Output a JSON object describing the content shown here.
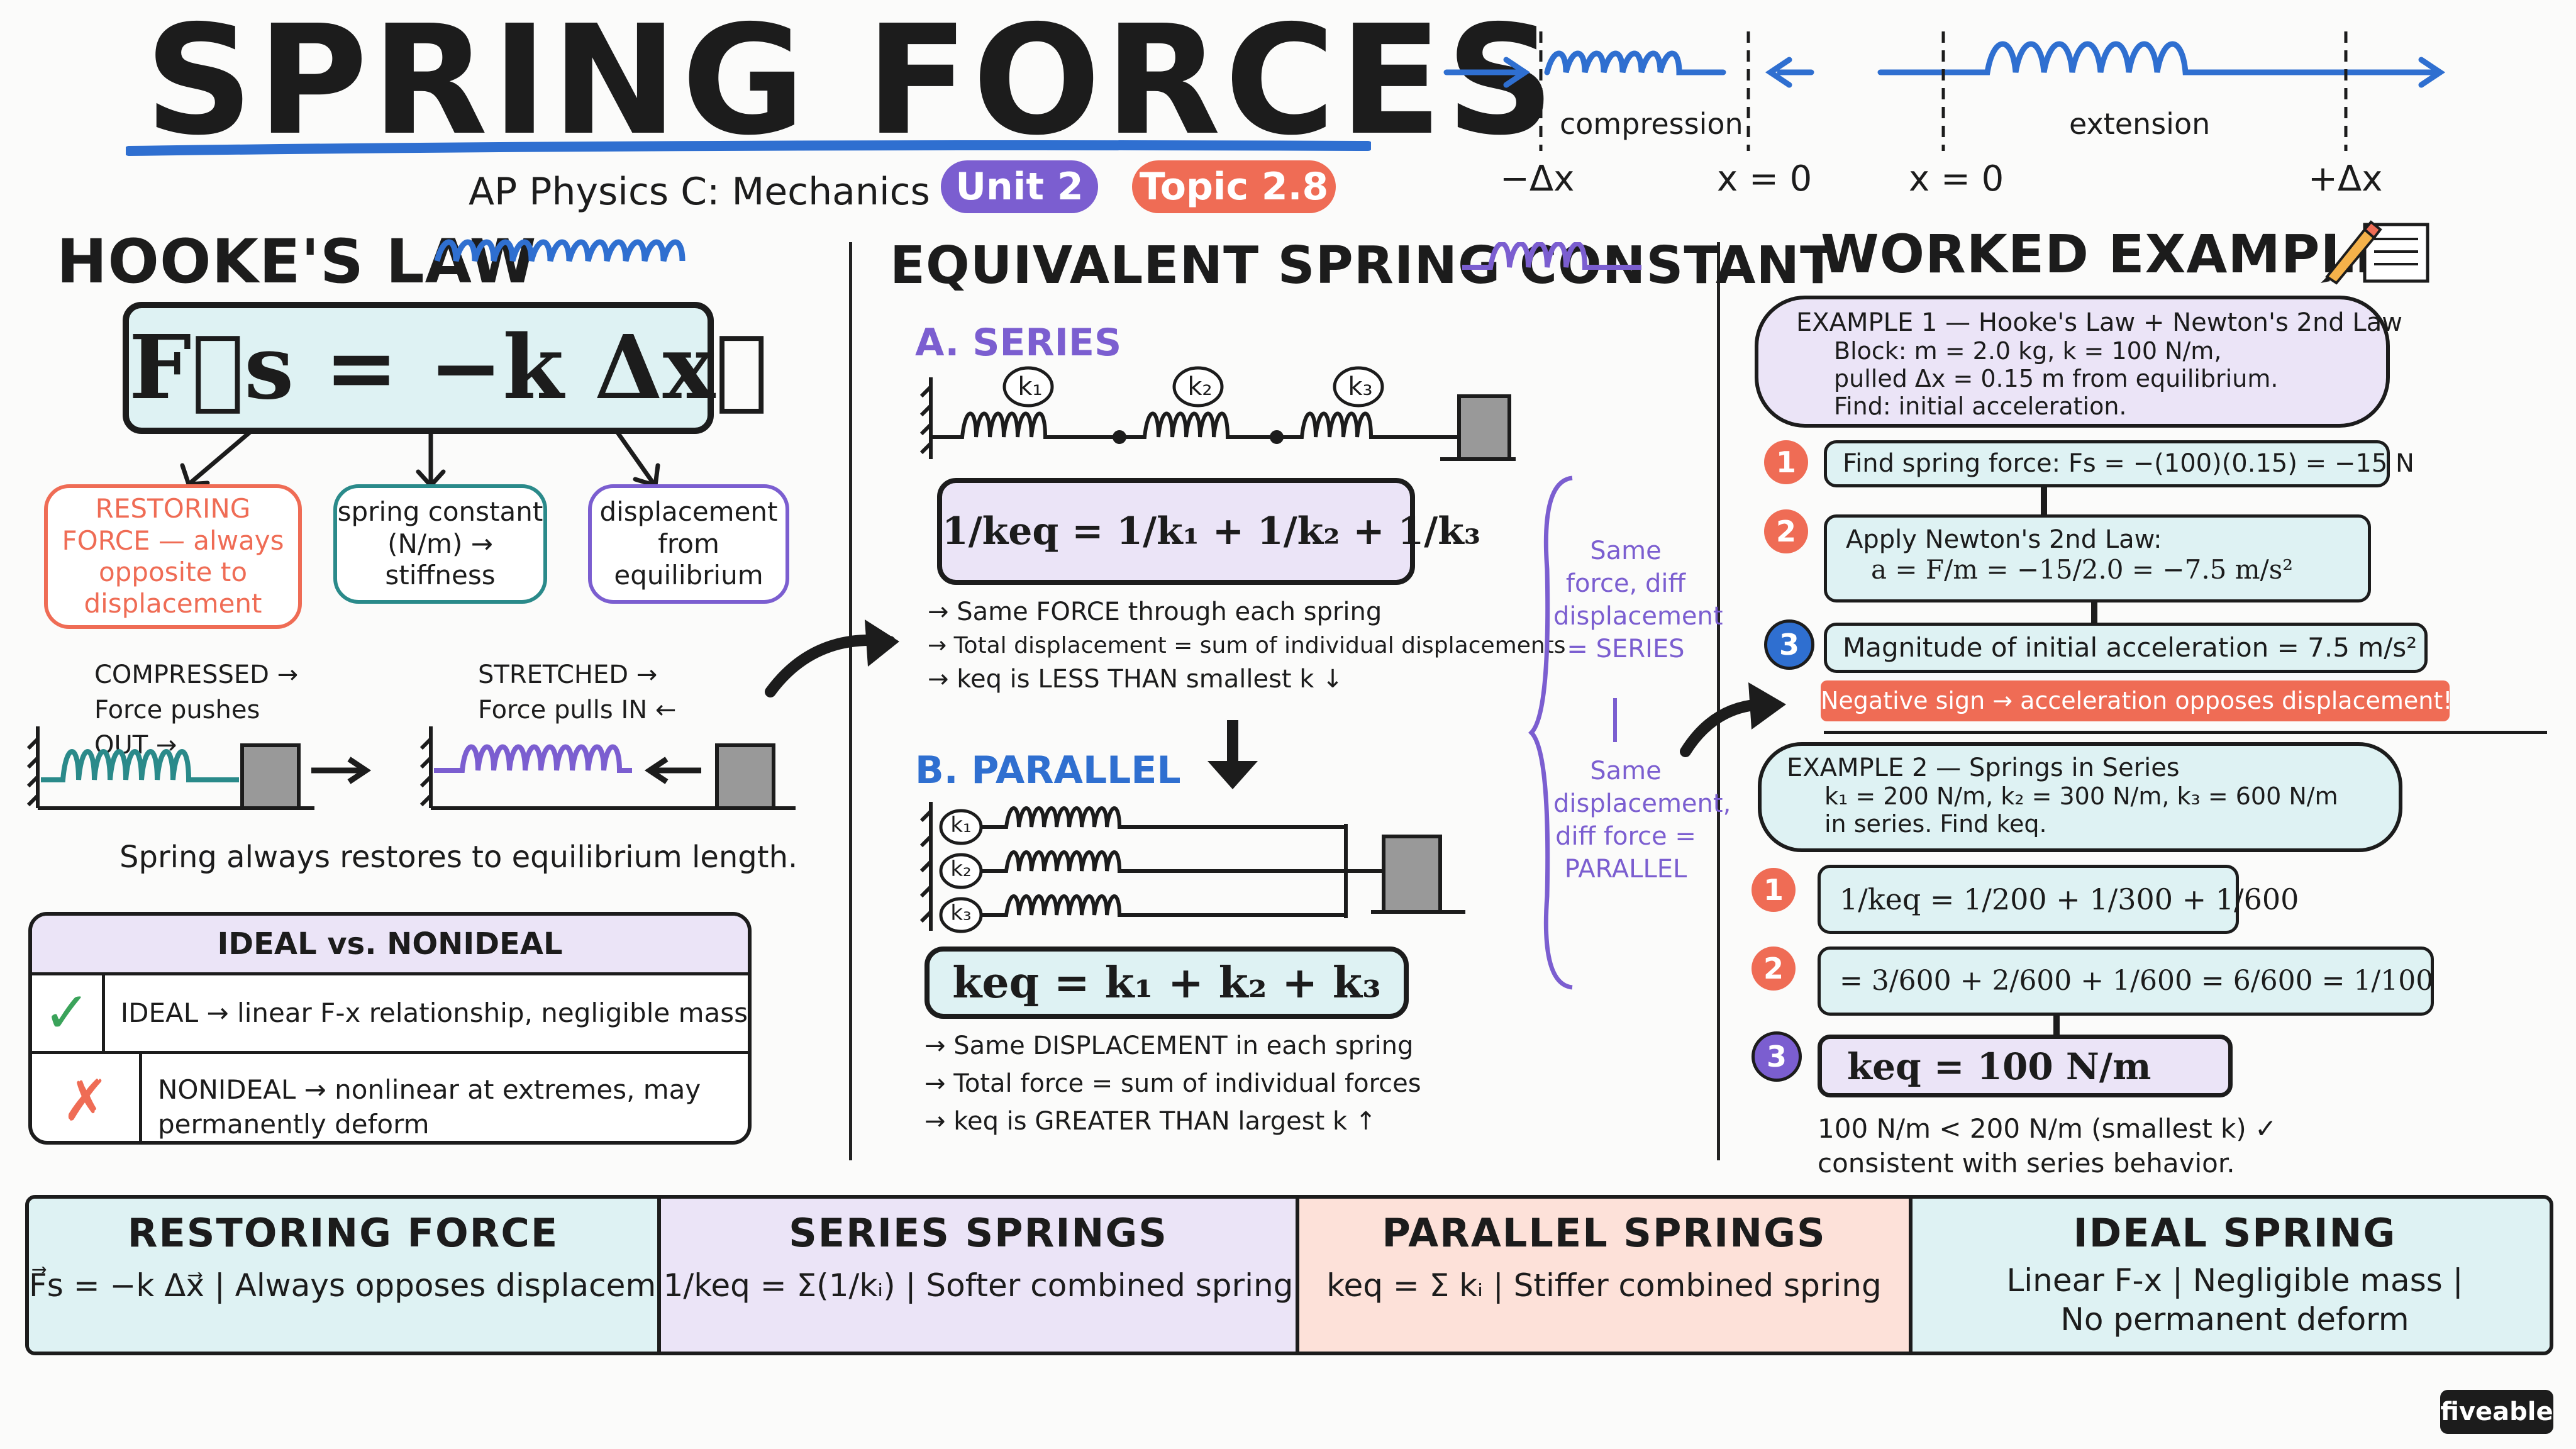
{
  "header": {
    "title": "SPRING FORCES",
    "subtitle": "AP Physics C: Mechanics •",
    "unit": "Unit 2",
    "topic": "Topic 2.8",
    "compression": "compression",
    "extension": "extension",
    "neg_dx": "−Δx",
    "x0_left": "x = 0",
    "x0_right": "x = 0",
    "pos_dx": "+Δx"
  },
  "hooke": {
    "heading": "HOOKE'S LAW",
    "equation": "F⃗s = −k Δx⃗",
    "restoring": "RESTORING FORCE — always opposite to displacement",
    "spring_const": "spring constant (N/m) → stiffness",
    "displacement": "displacement from equilibrium",
    "compressed_label": "COMPRESSED → Force pushes OUT →",
    "stretched_label": "STRETCHED → Force pulls IN ←",
    "restores_note": "Spring always restores to equilibrium length."
  },
  "ideal_table": {
    "header": "IDEAL vs. NONIDEAL",
    "rows": [
      {
        "mark": "✓",
        "text": "IDEAL → linear F-x relationship, negligible mass"
      },
      {
        "mark": "✗",
        "text": "NONIDEAL → nonlinear at extremes, may permanently deform"
      }
    ]
  },
  "equivalent": {
    "heading": "EQUIVALENT SPRING CONSTANT",
    "series_heading": "A. SERIES",
    "series_labels": [
      "k₁",
      "k₂",
      "k₃"
    ],
    "series_eq": "1/keq = 1/k₁ + 1/k₂ + 1/k₃",
    "series_notes": [
      "→ Same FORCE through each spring",
      "→ Total displacement = sum of individual displacements",
      "→ keq is LESS THAN smallest k ↓"
    ],
    "parallel_heading": "B. PARALLEL",
    "parallel_labels": [
      "k₁",
      "k₂",
      "k₃"
    ],
    "parallel_eq": "keq = k₁ + k₂ + k₃",
    "parallel_notes": [
      "→ Same DISPLACEMENT in each spring",
      "→ Total force = sum of individual forces",
      "→ keq is GREATER THAN largest k ↑"
    ],
    "brace_top": "Same force, diff displacement = SERIES",
    "brace_bottom": "Same displacement, diff force = PARALLEL"
  },
  "worked": {
    "heading": "WORKED EXAMPLES",
    "ex1": {
      "title": "EXAMPLE 1 — Hooke's Law + Newton's 2nd Law",
      "line1": "Block: m = 2.0 kg, k = 100 N/m,",
      "line2": "pulled Δx = 0.15 m from equilibrium.",
      "line3": "Find: initial acceleration.",
      "step1": "Find spring force: Fs = −(100)(0.15) = −15 N",
      "step2a": "Apply Newton's 2nd Law:",
      "step2b": "a = F/m = −15/2.0 = −7.5 m/s²",
      "step3": "Magnitude of initial acceleration = 7.5 m/s²",
      "warning": "Negative sign → acceleration opposes displacement!"
    },
    "ex2": {
      "title": "EXAMPLE 2 — Springs in Series",
      "line1": "k₁ = 200 N/m, k₂ = 300 N/m, k₃ = 600 N/m",
      "line2": "in series. Find keq.",
      "step1": "1/keq = 1/200 + 1/300 + 1/600",
      "step2": "= 3/600 + 2/600 + 1/600 = 6/600 = 1/100",
      "step3": "keq = 100 N/m",
      "check1": "100 N/m < 200 N/m (smallest k) ✓",
      "check2": "consistent with series behavior."
    },
    "step_numbers": [
      "1",
      "2",
      "3"
    ]
  },
  "summary": [
    {
      "title": "RESTORING FORCE",
      "body": "F⃗s = −k Δx⃗ | Always opposes displacement"
    },
    {
      "title": "SERIES SPRINGS",
      "body": "1/keq = Σ(1/kᵢ) | Softer combined spring"
    },
    {
      "title": "PARALLEL SPRINGS",
      "body": "keq = Σ kᵢ | Stiffer combined spring"
    },
    {
      "title": "IDEAL SPRING",
      "body1": "Linear F-x | Negligible mass |",
      "body2": "No permanent deform"
    }
  ],
  "brand": "fiveable",
  "colors": {
    "teal": "#def2f3",
    "purple": "#7b5ed0",
    "lavender": "#ebe4f7",
    "coral": "#ef6c55",
    "peach": "#fde1d9",
    "blue": "#2f6fd0",
    "green": "#3aa35a"
  }
}
